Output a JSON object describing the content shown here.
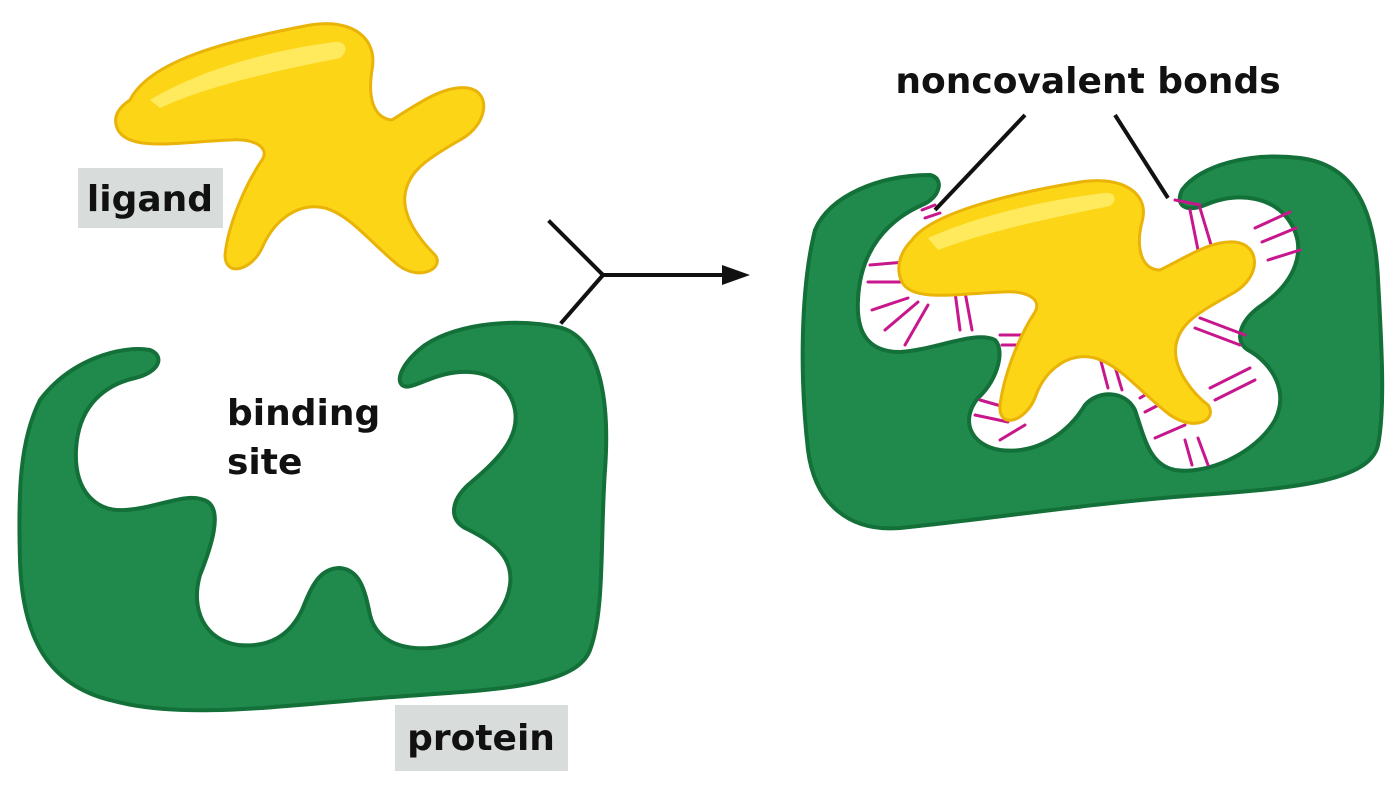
{
  "labels": {
    "ligand": "ligand",
    "binding_site_line1": "binding",
    "binding_site_line2": "site",
    "protein": "protein",
    "noncovalent_bonds": "noncovalent bonds"
  },
  "colors": {
    "protein_fill": "#1f8a4c",
    "protein_edge": "#127038",
    "protein_highlight": "#2aa55c",
    "ligand_fill": "#fcd517",
    "ligand_edge": "#e9b308",
    "ligand_highlight": "#fff27a",
    "bond": "#c8168c",
    "label_box": "#d8dcdb",
    "arrow": "#111111"
  },
  "icons": {
    "ligand": "ligand-shape",
    "protein": "protein-shape",
    "bond": "noncovalent-bond-lines",
    "arrow": "binding-arrow"
  }
}
